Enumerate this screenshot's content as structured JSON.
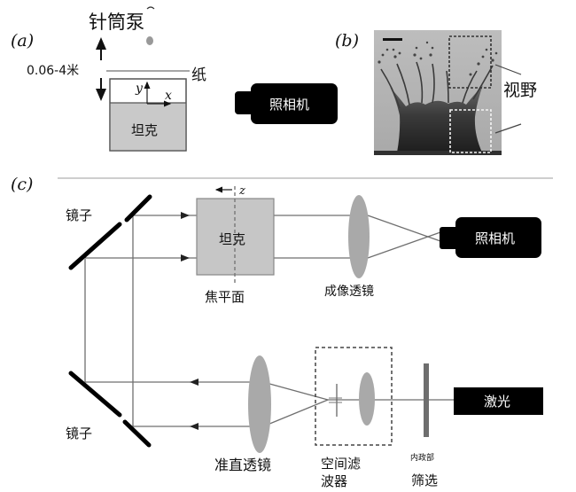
{
  "panels": {
    "a": {
      "tag": "(a)",
      "syringe_pump_label": "针筒泵",
      "height_range_label": "0.06-4米",
      "paper_label": "纸",
      "tank_label": "坦克",
      "axis_x": "x",
      "axis_y": "y",
      "camera_label": "照相机"
    },
    "b": {
      "tag": "(b)",
      "field_of_view_label": "视野"
    },
    "c": {
      "tag": "(c)",
      "mirror_top_label": "镜子",
      "mirror_bottom_label": "镜子",
      "tank_label": "坦克",
      "axis_z": "z",
      "focal_plane_label": "焦平面",
      "imaging_lens_label": "成像透镜",
      "camera_label": "照相机",
      "collimating_lens_label": "准直透镜",
      "spatial_filter_label_line1": "空间滤",
      "spatial_filter_label_line2": "波器",
      "iris_small_label": "内政部",
      "iris_label": "筛选",
      "laser_label": "激光"
    }
  },
  "colors": {
    "lens_gray": "#a8a8a8",
    "tank_fill": "#c8c8c8",
    "beam": "#707070",
    "dark": "#000000"
  }
}
